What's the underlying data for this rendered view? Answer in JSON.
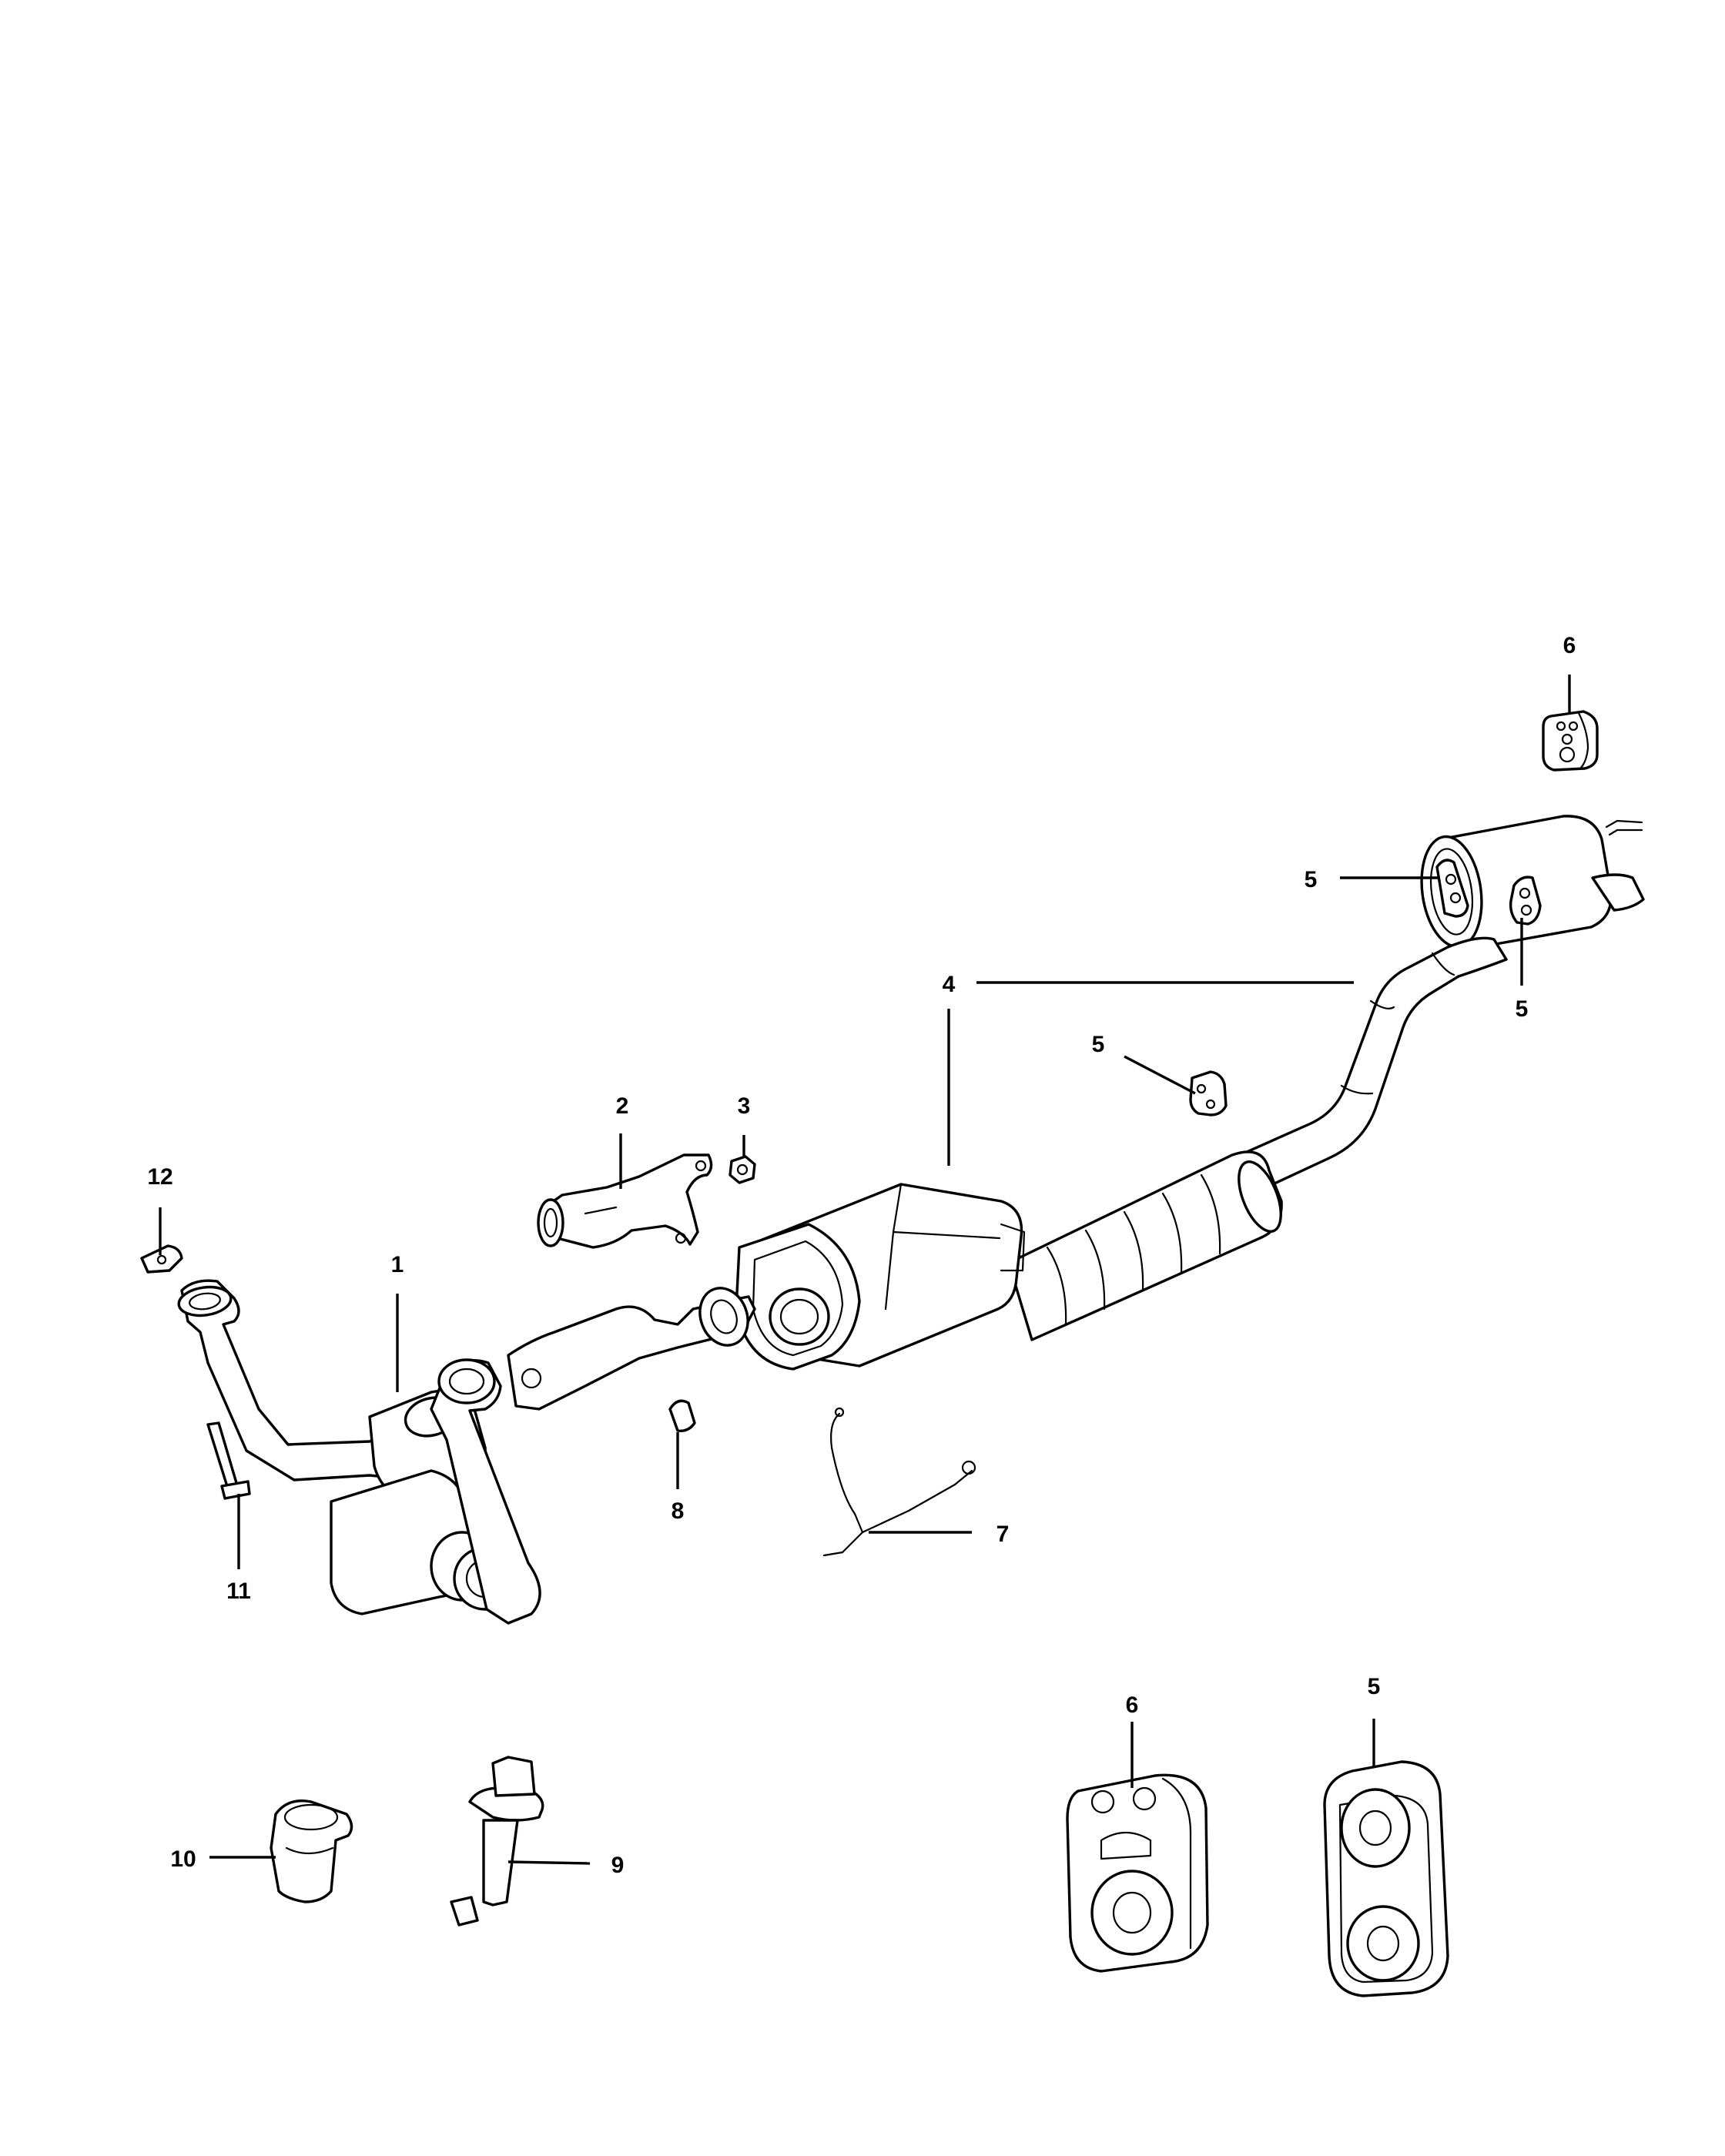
{
  "callouts": [
    {
      "id": "c1",
      "text": "1"
    },
    {
      "id": "c2",
      "text": "2"
    },
    {
      "id": "c3",
      "text": "3"
    },
    {
      "id": "c4",
      "text": "4"
    },
    {
      "id": "c5a",
      "text": "5"
    },
    {
      "id": "c5b",
      "text": "5"
    },
    {
      "id": "c5c",
      "text": "5"
    },
    {
      "id": "c5d",
      "text": "5"
    },
    {
      "id": "c6a",
      "text": "6"
    },
    {
      "id": "c6b",
      "text": "6"
    },
    {
      "id": "c7",
      "text": "7"
    },
    {
      "id": "c8",
      "text": "8"
    },
    {
      "id": "c9",
      "text": "9"
    },
    {
      "id": "c10",
      "text": "10"
    },
    {
      "id": "c11",
      "text": "11"
    },
    {
      "id": "c12",
      "text": "12"
    }
  ],
  "colors": {
    "line": "#000000",
    "background": "#ffffff"
  }
}
